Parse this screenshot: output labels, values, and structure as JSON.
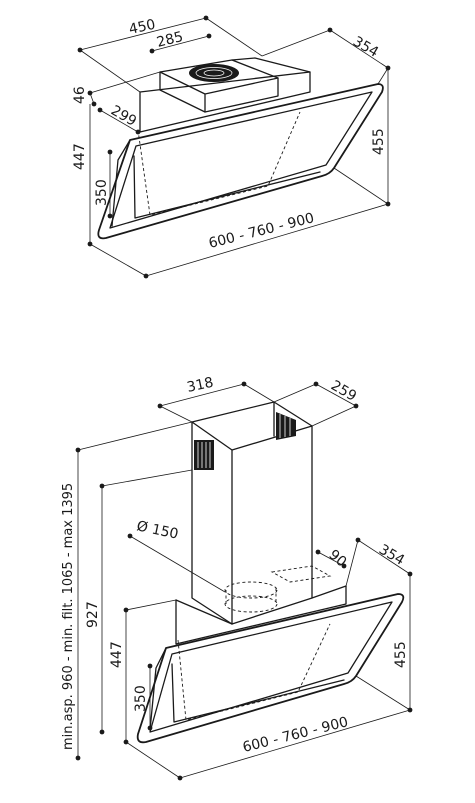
{
  "top_view": {
    "dims": {
      "width_total": "450",
      "width_motor": "285",
      "depth": "354",
      "motor_height": "46",
      "motor_depth": "299",
      "glass_height": "447",
      "height_total": "455",
      "lower_height": "350",
      "widths": "600 - 760 - 900"
    }
  },
  "bottom_view": {
    "dims": {
      "chimney_width": "318",
      "chimney_depth": "259",
      "duct_diameter": "Ø 150",
      "duct_offset": "90",
      "depth": "354",
      "total_height": "927",
      "glass_height": "447",
      "height_total": "455",
      "lower_height": "350",
      "widths": "600 - 760 - 900",
      "height_range": "min.asp. 960 - min. filt. 1065 - max 1395"
    }
  }
}
